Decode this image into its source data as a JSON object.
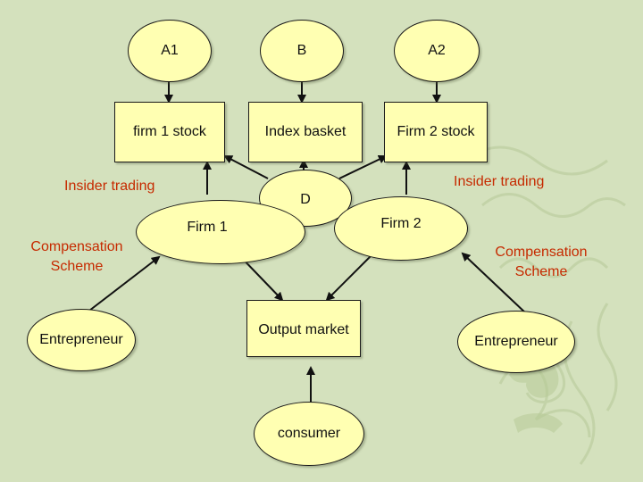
{
  "nodes": {
    "a1": "A1",
    "b": "B",
    "a2": "A2",
    "firm1_stock": "firm 1 stock",
    "index_basket": "Index basket",
    "firm2_stock": "Firm 2 stock",
    "d": "D",
    "firm1": "Firm 1",
    "firm2": "Firm 2",
    "entrepreneur_left": "Entrepreneur",
    "entrepreneur_right": "Entrepreneur",
    "output_market": "Output market",
    "consumer": "consumer"
  },
  "labels": {
    "insider_trading_left": "Insider trading",
    "insider_trading_right": "Insider trading",
    "compensation_left_line1": "Compensation",
    "compensation_left_line2": "Scheme",
    "compensation_right_line1": "Compensation",
    "compensation_right_line2": "Scheme"
  },
  "colors": {
    "background": "#d4e1bd",
    "node_fill": "#ffffb2",
    "label_red": "#c62a00"
  }
}
